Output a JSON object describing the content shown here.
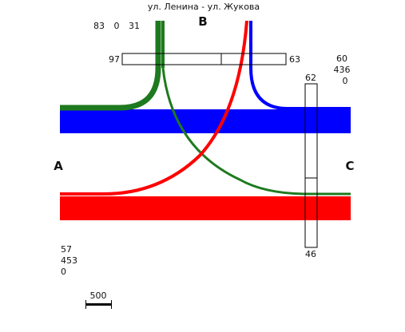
{
  "title": "ул. Ленина - ул. Жукова",
  "approaches": {
    "a_label": "A",
    "b_label": "B",
    "c_label": "C"
  },
  "counts": {
    "b_left": "83",
    "b_center": "0",
    "b_right": "31",
    "gate_top_left": "97",
    "gate_top_right": "63",
    "c_top_1": "60",
    "c_top_2": "436",
    "c_top_3": "0",
    "gate_right_top": "62",
    "gate_right_bottom": "46",
    "a_bottom_1": "57",
    "a_bottom_2": "453",
    "a_bottom_3": "0"
  },
  "scale": {
    "label": "500"
  },
  "colors": {
    "green": "#1e7a1e",
    "blue": "#0000ff",
    "red": "#ff0000",
    "black": "#000000"
  }
}
